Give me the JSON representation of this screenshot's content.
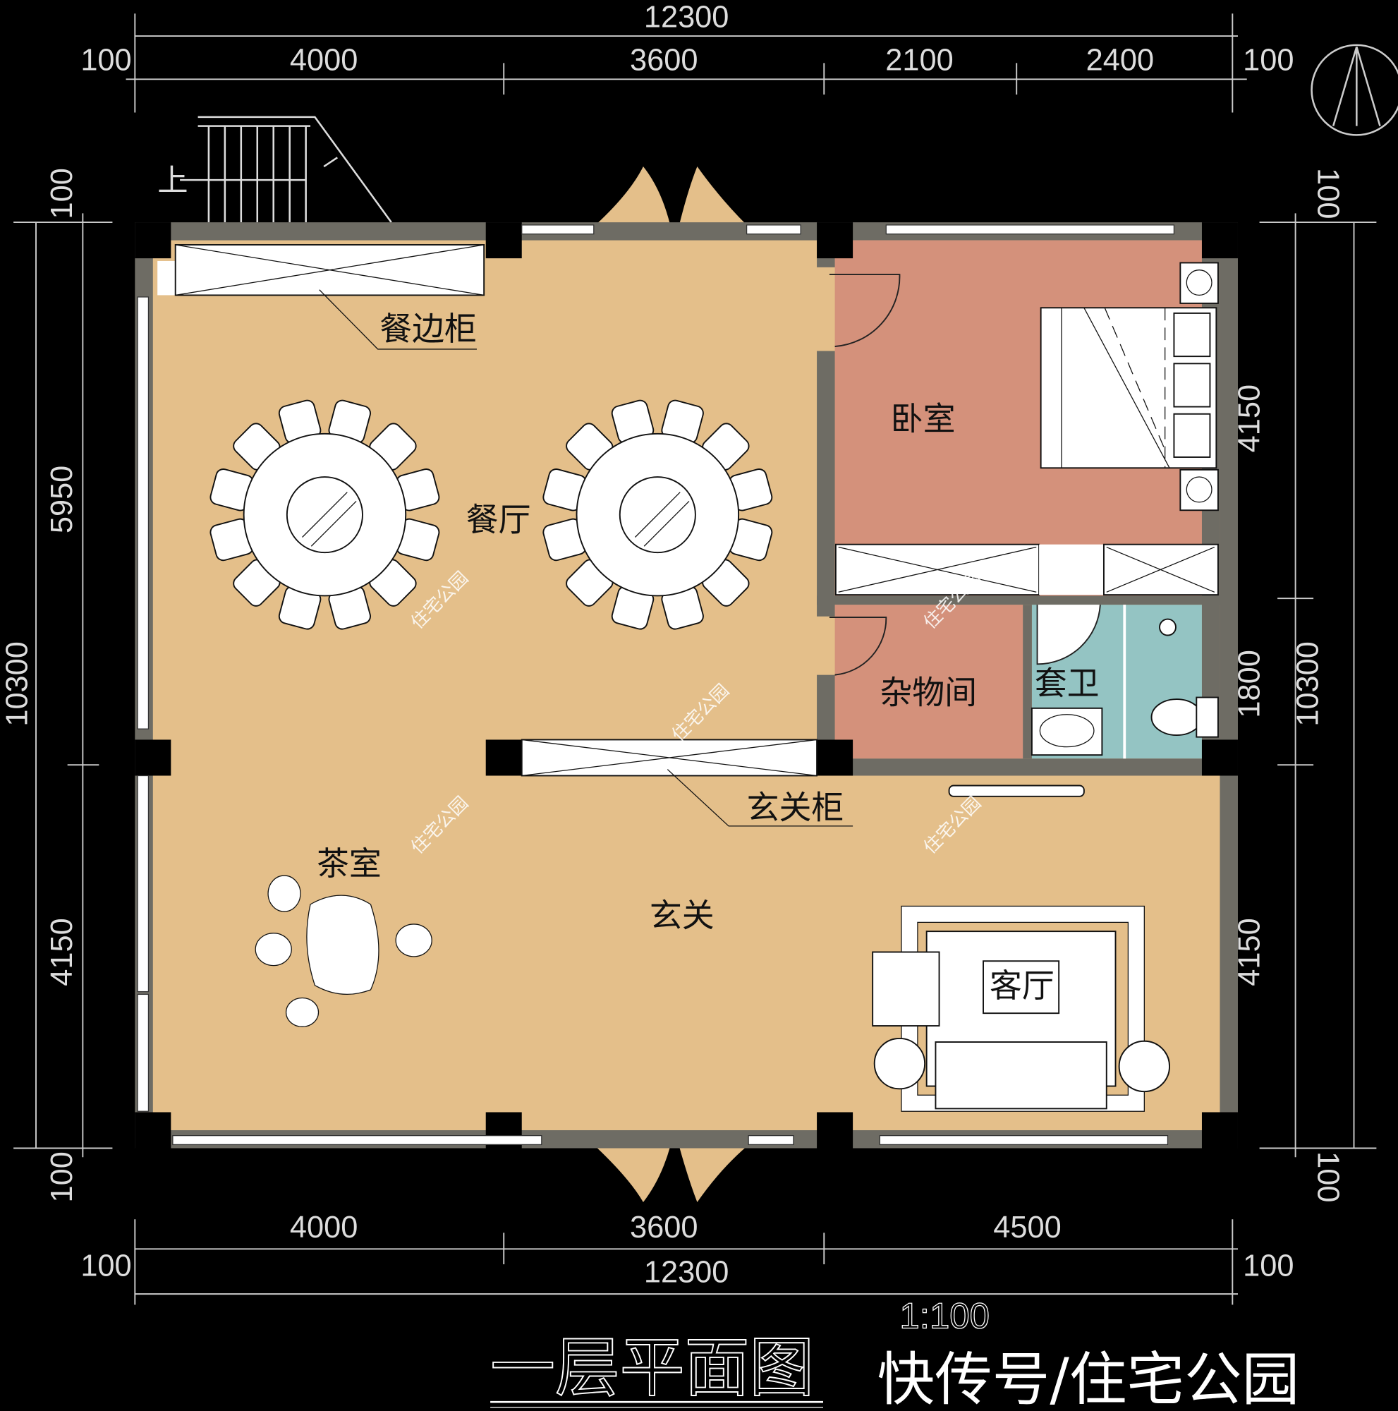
{
  "title": "一层平面图",
  "scale": "1:100",
  "watermark_brand": "快传号/住宅公园",
  "watermark": "住宅公园",
  "colors": {
    "public": "#E4BF8A",
    "bedroom": "#D4917B",
    "bath": "#94C4C3",
    "wall": "#6E6C64",
    "column": "#000000"
  },
  "dims": {
    "top_total": "12300",
    "top_left": "100",
    "top_right": "100",
    "top": [
      "4000",
      "3600",
      "2100",
      "2400"
    ],
    "bottom": [
      "4000",
      "3600",
      "4500"
    ],
    "bottom_total": "12300",
    "bottom_left": "100",
    "bottom_right": "100",
    "left_total": "10300",
    "left": [
      "100",
      "5950",
      "4150",
      "100"
    ],
    "right_total": "10300",
    "right": [
      "100",
      "4150",
      "1800",
      "4150",
      "100"
    ]
  },
  "rooms": {
    "dining": "餐厅",
    "sideboard": "餐边柜",
    "bedroom": "卧室",
    "storage": "杂物间",
    "ensuite": "套卫",
    "foyer_cabinet": "玄关柜",
    "tea": "茶室",
    "foyer": "玄关",
    "living": "客厅"
  },
  "stairs_label": "上",
  "north_icon": "north-arrow-icon"
}
